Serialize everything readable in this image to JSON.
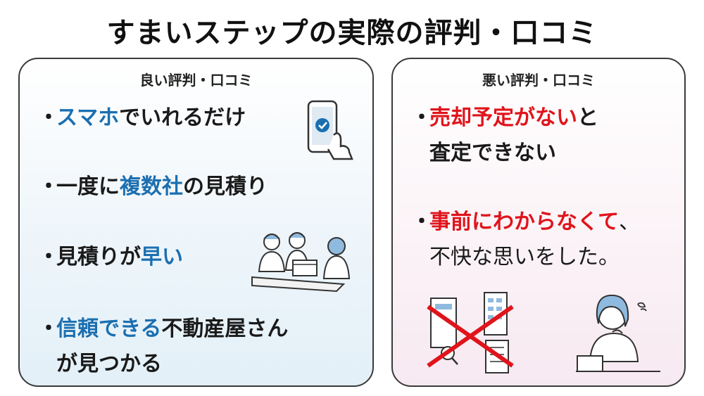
{
  "title": "すまいステップの実際の評判・口コミ",
  "good": {
    "header": "良い評判・口コミ",
    "bullet": "・",
    "items": [
      {
        "hl": "スマホ",
        "rest": "でいれるだけ"
      },
      {
        "pre": "一度に",
        "hl": "複数社",
        "rest": "の見積り"
      },
      {
        "pre": "見積りが",
        "hl": "早い"
      },
      {
        "hl": "信頼できる",
        "rest": "不動産屋さん",
        "line2": "が見つかる"
      }
    ]
  },
  "bad": {
    "header": "悪い評判・口コミ",
    "bullet": "・",
    "items": [
      {
        "hl": "売却予定がない",
        "rest": "と",
        "line2": "査定できない"
      },
      {
        "hl": "事前にわからなくて",
        "rest": "、",
        "line2": "不快な思いをした。"
      }
    ]
  },
  "icons": {
    "phone": "smartphone-tap-icon",
    "meeting": "meeting-illustration-icon",
    "no_docs": "no-documents-icon",
    "worried": "worried-person-icon"
  },
  "colors": {
    "highlight_good": "#1b6fb0",
    "highlight_bad": "#e0141b"
  }
}
